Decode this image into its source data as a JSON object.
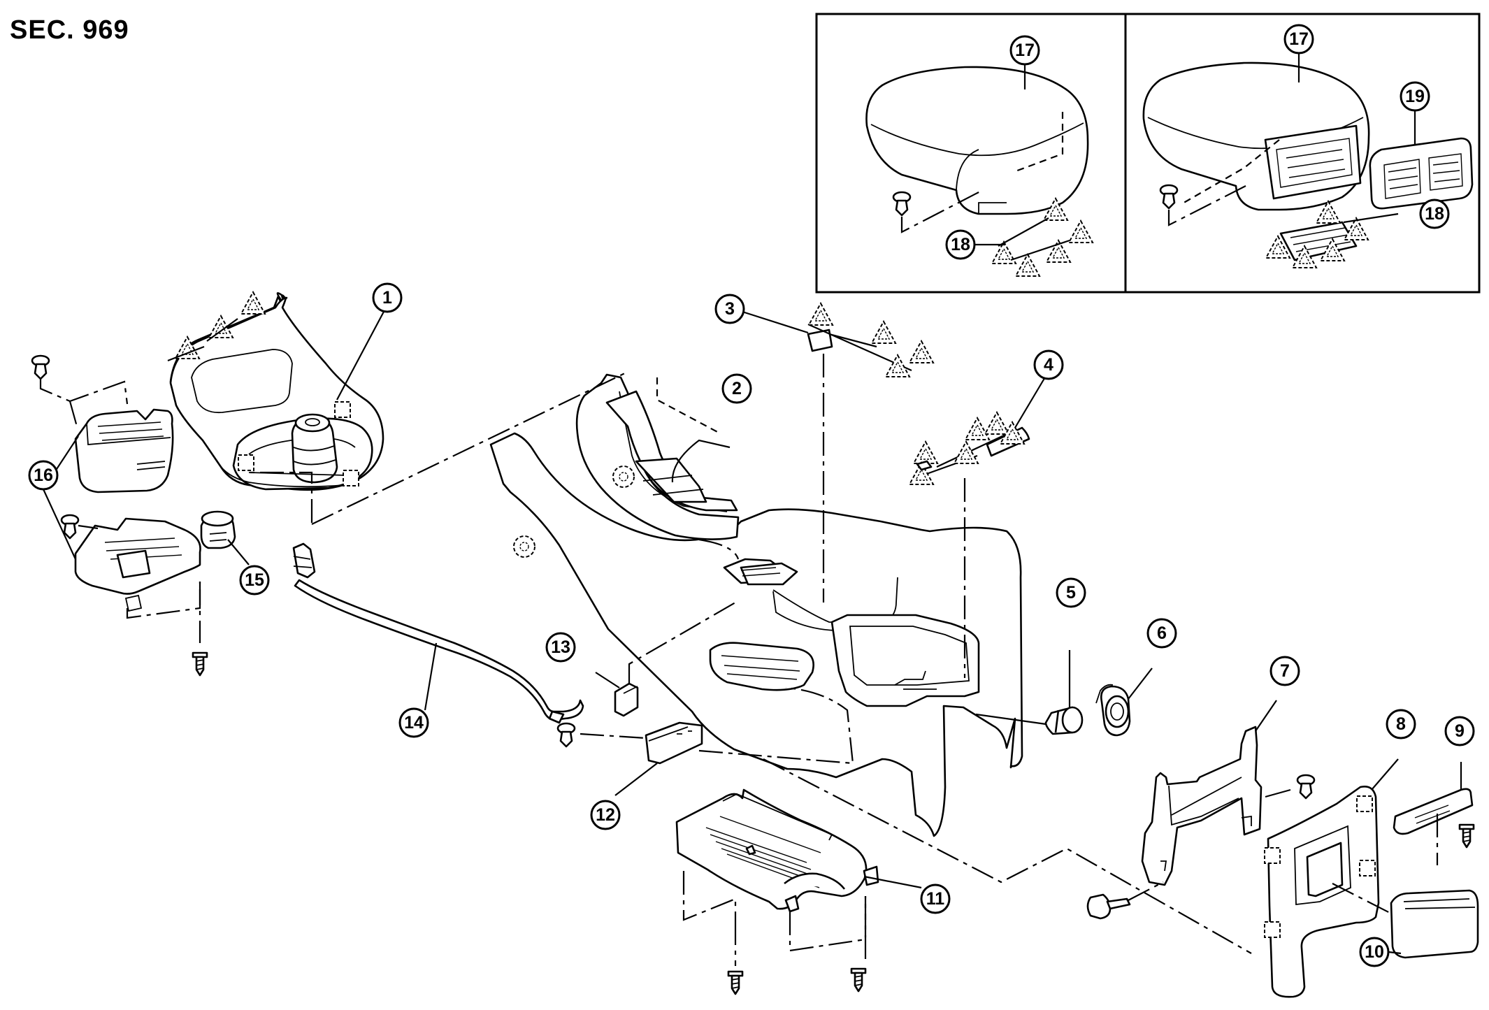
{
  "section_code": "SEC. 969",
  "callouts": [
    {
      "id": "c1",
      "label": "1"
    },
    {
      "id": "c2",
      "label": "2"
    },
    {
      "id": "c3",
      "label": "3"
    },
    {
      "id": "c4",
      "label": "4"
    },
    {
      "id": "c5",
      "label": "5"
    },
    {
      "id": "c6",
      "label": "6"
    },
    {
      "id": "c7",
      "label": "7"
    },
    {
      "id": "c8",
      "label": "8"
    },
    {
      "id": "c9",
      "label": "9"
    },
    {
      "id": "c10",
      "label": "10"
    },
    {
      "id": "c11",
      "label": "11"
    },
    {
      "id": "c12",
      "label": "12"
    },
    {
      "id": "c13",
      "label": "13"
    },
    {
      "id": "c14",
      "label": "14"
    },
    {
      "id": "c15",
      "label": "15"
    },
    {
      "id": "c16",
      "label": "16"
    },
    {
      "id": "c17a",
      "label": "17"
    },
    {
      "id": "c17b",
      "label": "17"
    },
    {
      "id": "c18a",
      "label": "18"
    },
    {
      "id": "c18b",
      "label": "18"
    },
    {
      "id": "c19",
      "label": "19"
    }
  ]
}
